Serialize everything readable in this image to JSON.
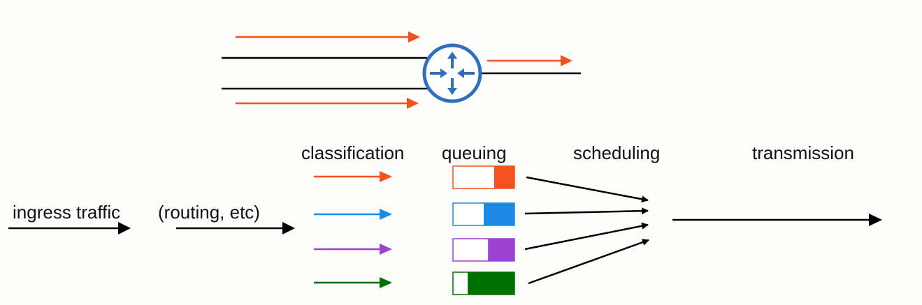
{
  "labels": {
    "ingress": "ingress traffic",
    "routing": "(routing, etc)",
    "classification": "classification",
    "queuing": "queuing",
    "scheduling": "scheduling",
    "transmission": "transmission"
  },
  "colors": {
    "orange": "#f4511e",
    "blue": "#1e88e5",
    "purple": "#9c42d0",
    "green": "#007000",
    "router": "#2f6ec0",
    "line": "#000000"
  },
  "queues": [
    {
      "name": "orange",
      "color": "#f4511e",
      "fill": 0.33
    },
    {
      "name": "blue",
      "color": "#1e88e5",
      "fill": 0.5
    },
    {
      "name": "purple",
      "color": "#9c42d0",
      "fill": 0.43
    },
    {
      "name": "green",
      "color": "#007000",
      "fill": 0.76
    }
  ],
  "icons": {
    "router": "router-icon"
  }
}
